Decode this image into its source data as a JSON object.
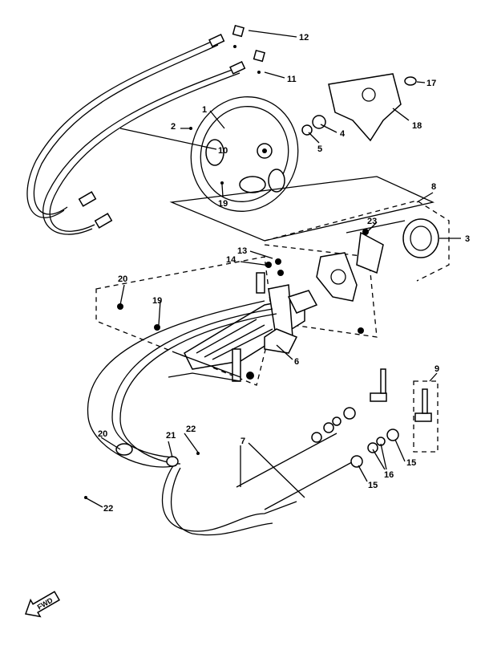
{
  "diagram": {
    "title": "Steering / remote control exploded parts view",
    "callouts": [
      "12",
      "11",
      "17",
      "1",
      "2",
      "4",
      "5",
      "18",
      "10",
      "19",
      "8",
      "23",
      "3",
      "13",
      "14",
      "20",
      "19",
      "6",
      "9",
      "22",
      "21",
      "20",
      "7",
      "15",
      "16",
      "15",
      "22"
    ],
    "direction_arrow": "FWD"
  }
}
